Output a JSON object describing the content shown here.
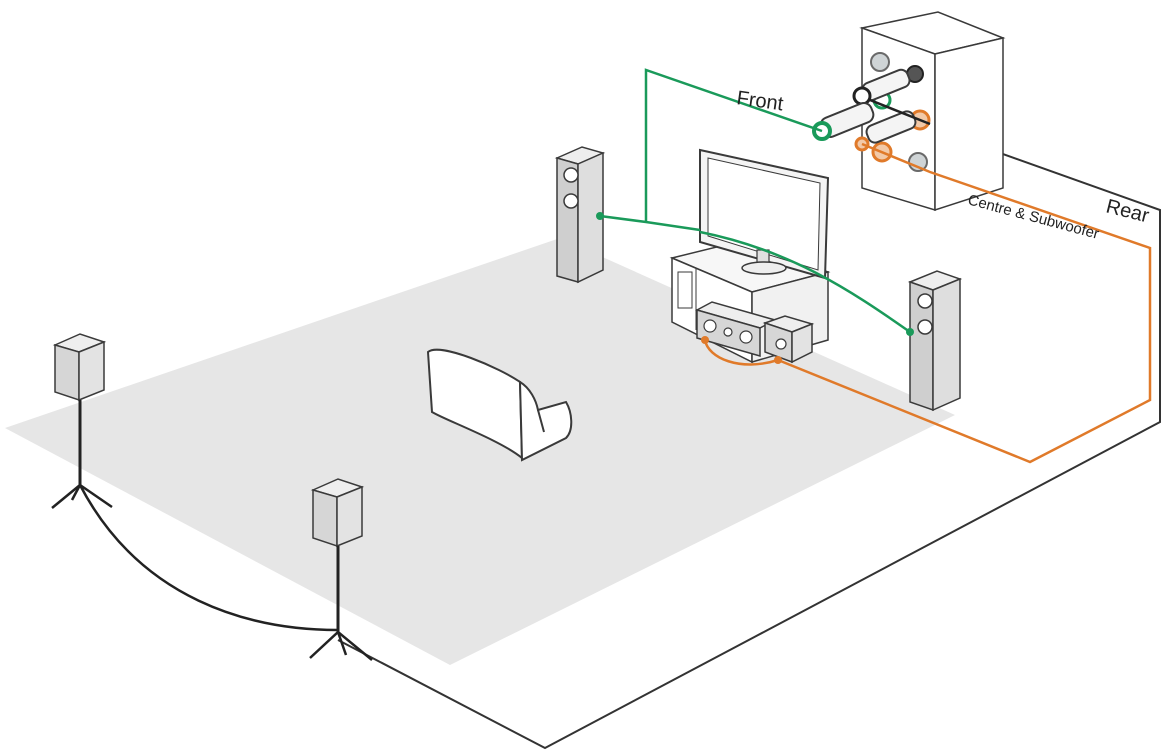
{
  "labels": {
    "front": "Front",
    "rear": "Rear",
    "center_sub": "Centre & Subwoofer"
  },
  "cables": {
    "front_color": "#1a9a5a",
    "center_sub_color": "#e07a2a",
    "rear_color": "#222222"
  },
  "colors": {
    "floor": "#e6e6e6",
    "speaker": "#d9d9d9",
    "outline": "#3a3a3a",
    "wall": "#333333"
  }
}
